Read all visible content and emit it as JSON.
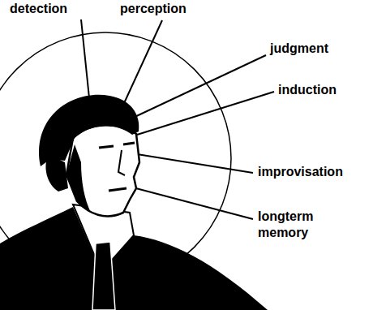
{
  "diagram": {
    "labels": [
      "detection",
      "perception",
      "judgment",
      "induction",
      "improvisation",
      "longterm memory"
    ]
  }
}
